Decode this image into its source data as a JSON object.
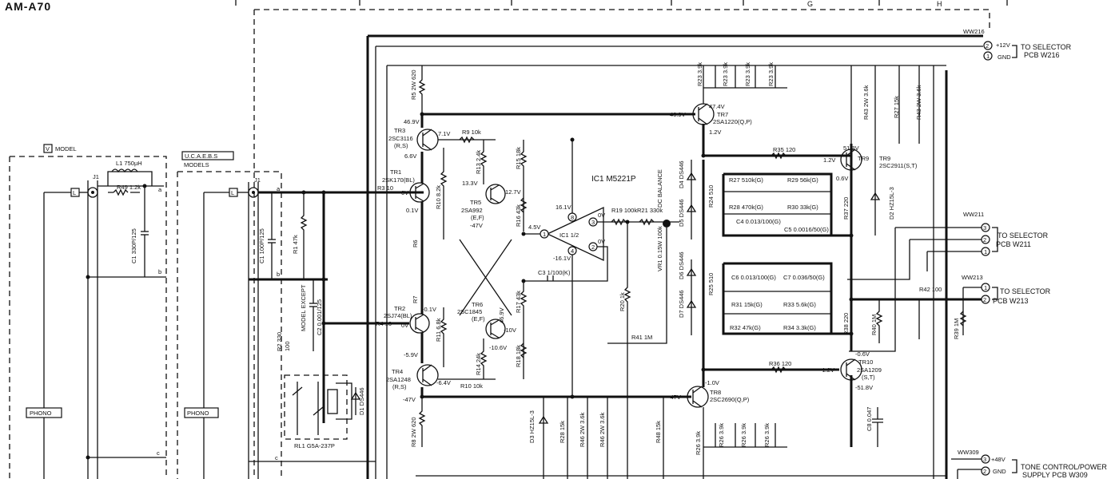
{
  "title": "AM-A70",
  "column_letters": [
    "G",
    "H"
  ],
  "models": {
    "v_model": "MODEL",
    "v_badge": "V",
    "ucaebs": "U.C.A.E.B.S",
    "ucaebs_sub": "MODELS",
    "phono": "PHONO",
    "jack": "J1",
    "l": "L"
  },
  "ic": {
    "name": "IC1  M5221P",
    "half": "IC1 1/2",
    "dc_balance": "DC BALANCE"
  },
  "connectors": [
    {
      "ref": "WW216",
      "pins": [
        "+12V",
        "GND"
      ],
      "desc1": "TO SELECTOR",
      "desc2": "PCB  W216"
    },
    {
      "ref": "WW211",
      "pins": [
        "3",
        "2",
        "1"
      ],
      "desc1": "TO SELECTOR",
      "desc2": "PCB  W211"
    },
    {
      "ref": "WW213",
      "pins": [
        "1",
        "2"
      ],
      "desc1": "TO SELECTOR",
      "desc2": "PCB  W213"
    },
    {
      "ref": "WW309",
      "pins": [
        "+48V",
        "GND"
      ],
      "desc1": "TONE CONTROL/POWER",
      "desc2": "SUPPLY PCB  W309"
    }
  ],
  "transistors": [
    {
      "ref": "TR1",
      "type": "2SK170(BL)"
    },
    {
      "ref": "TR2",
      "type": "2SJ74(BL)"
    },
    {
      "ref": "TR3",
      "type": "2SC3116",
      "grade": "(R,S)"
    },
    {
      "ref": "TR4",
      "type": "2SA1248",
      "grade": "(R,S)"
    },
    {
      "ref": "TR5",
      "type": "2SA992",
      "grade": "(E,F)"
    },
    {
      "ref": "TR6",
      "type": "2SC1845",
      "grade": "(E,F)"
    },
    {
      "ref": "TR7",
      "type": "2SA1220(Q,P)"
    },
    {
      "ref": "TR8",
      "type": "2SC2690(Q,P)"
    },
    {
      "ref": "TR9",
      "type": "2SC2911(S,T)"
    },
    {
      "ref": "TR10",
      "type": "2SA1209",
      "grade": "(S,T)"
    }
  ],
  "components": {
    "L1": "L1 750µH",
    "R49": "R49 1.2k",
    "C1a": "C1 330P/125",
    "R3": "R3 10",
    "R4": "R4 10",
    "R1": "R1 47k",
    "C1b": "C1 100P/125",
    "R2": "R2 330",
    "R2b": "100",
    "v_model_except": "MODEL EXCEPT",
    "C2": "C2 0.001/125",
    "R5": "R5 2W 620",
    "R8": "R8 2W 620",
    "R6": "R6",
    "R7": "R7",
    "R9": "R9 10k",
    "R10": "R10 10k",
    "R10b": "R10 8.2k",
    "R11": "R11 6.8k",
    "R13": "R13 2.4k",
    "R14": "R14 24k",
    "R15": "R15 18k",
    "R16": "R16 43k",
    "R17": "R17 43k",
    "R18": "R18 18k",
    "R19": "R19 100k",
    "R20": "R20 1k",
    "R21": "R21 330k",
    "VR1": "VR1 0.15W 100k",
    "R41": "R41 1M",
    "C3": "C3 1/100(K)",
    "R23": "R23 3.9k",
    "R26": "R26 3.9k",
    "R24": "R24 510",
    "R25": "R25 510",
    "R27": "R27 510k(G)",
    "R29": "R29 56k(G)",
    "R28": "R28 470k(G)",
    "R30": "R30 33k(G)",
    "C4": "C4 0.013/100(G)",
    "C5": "C5 0.0016/50(G)",
    "C6": "C6 0.013/100(G)",
    "C7": "C7 0.036/50(G)",
    "R31": "R31 15k(G)",
    "R33": "R33 5.6k(G)",
    "R32": "R32 47k(G)",
    "R34": "R34 3.3k(G)",
    "R35": "R35 120",
    "R36": "R36 120",
    "R37": "R37 220",
    "R38": "R38 220",
    "R39": "R39 1M",
    "R40": "R40 1M",
    "R42": "R42 100",
    "R43": "R43 2W 3.6k",
    "R27b": "R27 15k",
    "R28b": "R28 15k",
    "R46": "R46 2W 3.6k",
    "R48": "R48 15k",
    "C8": "C8 0.047",
    "D1": "D1 DS446",
    "D2": "D2 HZ15L-3",
    "D3": "D3 HZ15L-3",
    "D4": "D4 DS446",
    "D5": "D5 DS446",
    "D6": "D6 DS446",
    "D7": "D7 DS446",
    "RL1": "RL1 G5A-237P"
  },
  "voltages": {
    "tr3_c": "46.9V",
    "tr3_b": "7.1V",
    "tr3_e": "6.6V",
    "tr1_g": "0V",
    "tr1_s": "0.1V",
    "tr2_g": "0V",
    "tr2_s": "-0.1V",
    "tr4_e": "-5.9V",
    "tr4_b": "-6.4V",
    "tr4_c": "-47V",
    "tr5_b": "13.3V",
    "tr5_c": "12.7V",
    "tr5_e": "-47V",
    "tr6_c": "46.9V",
    "tr6_b": "-10V",
    "tr6_e": "-10.6V",
    "ic_p8": "16.1V",
    "ic_p4": "-16.1V",
    "ic_in": "4.5V",
    "ic_p3": "0V",
    "ic_p2": "0V",
    "tr7_e": "47.4V",
    "tr7_b": "46.9V",
    "tr7_c": "1.2V",
    "tr9_c": "51.8V",
    "tr9_b": "1.2V",
    "tr9_e": "0.6V",
    "tr10_e": "-0.6V",
    "tr10_b": "-1.2V",
    "tr10_c": "-51.8V",
    "tr8_b": "-47V",
    "tr8_e": "-1.0V"
  },
  "net_letters": {
    "a": "a",
    "b": "b",
    "c": "c"
  }
}
